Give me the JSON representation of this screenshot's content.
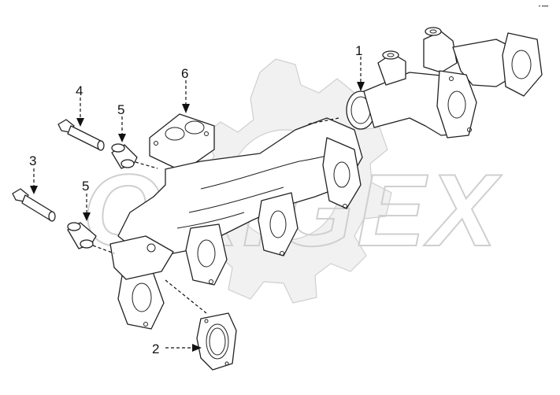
{
  "diagram": {
    "callouts": [
      {
        "id": "c1",
        "label": "1"
      },
      {
        "id": "c2",
        "label": "2"
      },
      {
        "id": "c3",
        "label": "3"
      },
      {
        "id": "c4",
        "label": "4"
      },
      {
        "id": "c5a",
        "label": "5"
      },
      {
        "id": "c5b",
        "label": "5"
      },
      {
        "id": "c6",
        "label": "6"
      }
    ],
    "watermark": "ORIGEX",
    "corner_mark": "• ••••"
  }
}
